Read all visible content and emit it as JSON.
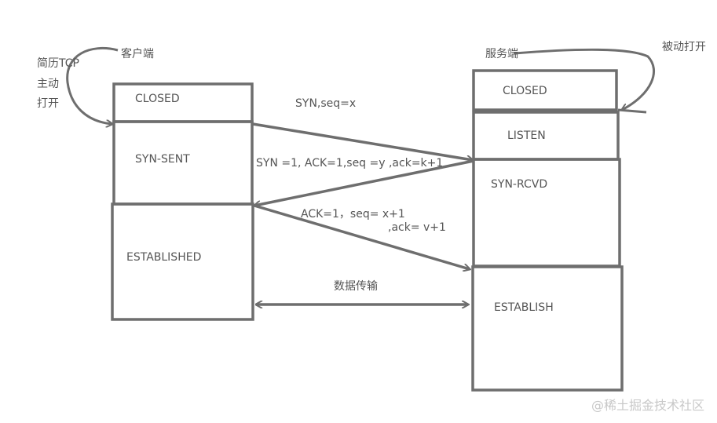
{
  "client": {
    "title": "客户端",
    "note_lines": [
      "简历TCP",
      "主动",
      "打开"
    ],
    "states": [
      "CLOSED",
      "SYN-SENT",
      "ESTABLISHED"
    ]
  },
  "server": {
    "title": "服务端",
    "note": "被动打开",
    "states": [
      "CLOSED",
      "LISTEN",
      "SYN-RCVD",
      "ESTABLISH"
    ]
  },
  "messages": {
    "syn": "SYN,seq=x",
    "syn_ack": "SYN =1, ACK=1,seq =y ,ack=k+1",
    "ack_line1": "ACK=1，seq= x+1",
    "ack_line2": ",ack=   v+1",
    "data": "数据传输"
  },
  "watermark": "@稀土掘金技术社区",
  "colors": {
    "line": "#6e6e6e",
    "text": "#555555"
  }
}
